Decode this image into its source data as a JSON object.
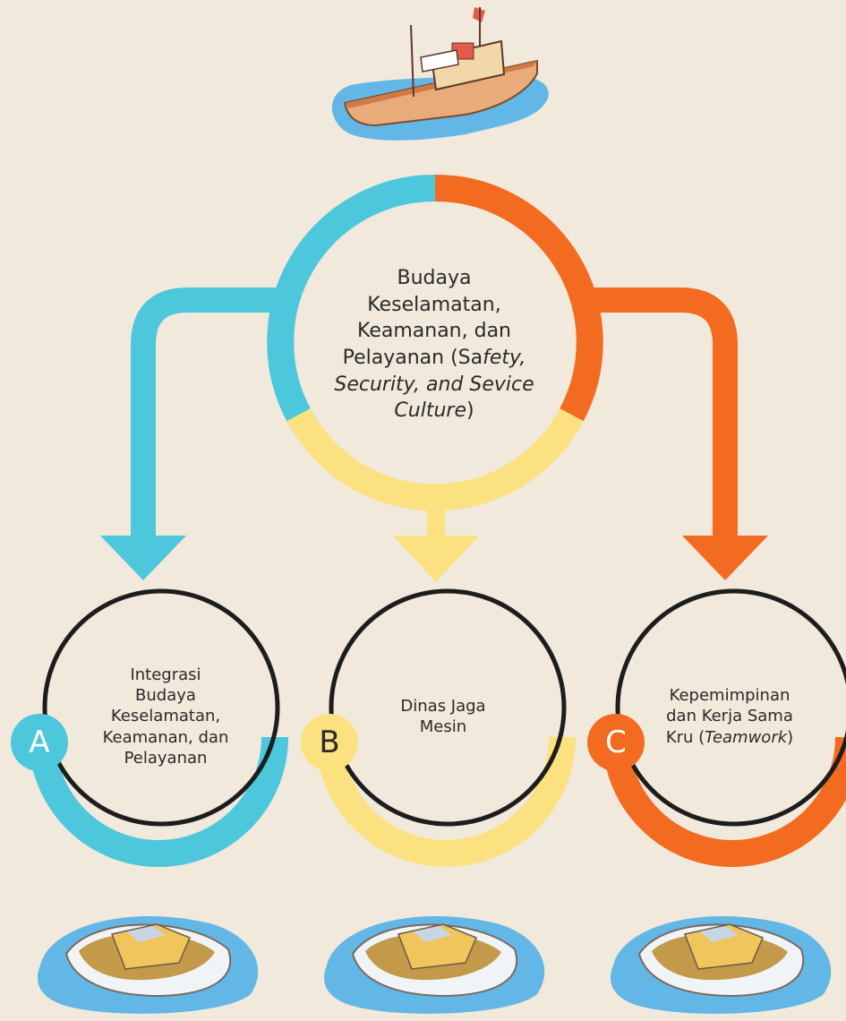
{
  "colors": {
    "background": "#f1e9db",
    "cyan": "#4cc7dc",
    "orange": "#f26b21",
    "yellow": "#fbe180",
    "ring": "#1d1d1d"
  },
  "main_node": {
    "lines": [
      {
        "a": "Budaya",
        "b": ""
      },
      {
        "a": "Keselamatan,",
        "b": ""
      },
      {
        "a": "Keamanan, dan",
        "b": ""
      },
      {
        "a": "Pelayanan (Sa",
        "b": "fety,"
      },
      {
        "a": "",
        "b": "Security, and Sevice"
      },
      {
        "a": "",
        "b": "Culture",
        "c": ")"
      }
    ]
  },
  "nodes": [
    {
      "badge": "A",
      "lines": [
        "Integrasi",
        "Budaya",
        "Keselamatan,",
        "Keamanan, dan",
        "Pelayanan"
      ]
    },
    {
      "badge": "B",
      "lines": [
        "Dinas Jaga",
        "Mesin"
      ]
    },
    {
      "badge": "C",
      "lines": [
        "Kepemimpinan",
        "dan Kerja Sama",
        "Kru (",
        "Teamwork",
        ")"
      ]
    }
  ],
  "icons": {
    "top": "ship-icon",
    "bottom": "boat-icon"
  }
}
